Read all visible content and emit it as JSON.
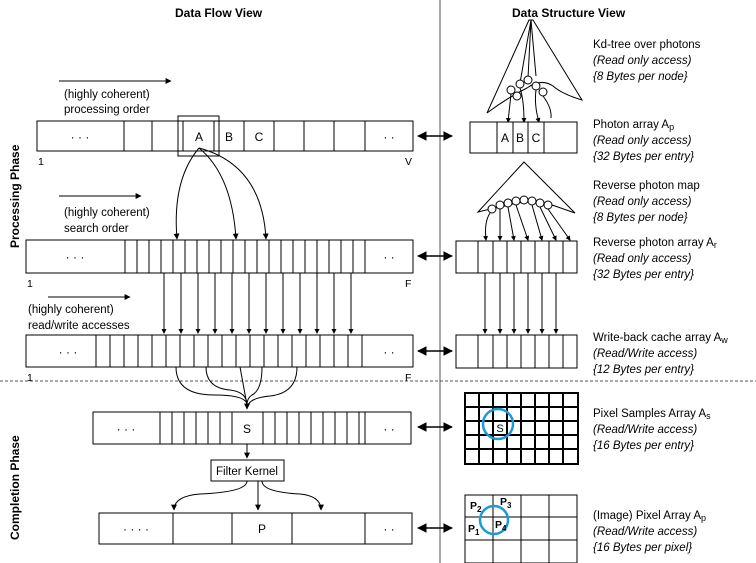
{
  "headers": {
    "left": "Data Flow View",
    "right": "Data Structure View"
  },
  "phases": {
    "processing": "Processing Phase",
    "completion": "Completion Phase"
  },
  "flow": {
    "order1": [
      "(highly coherent)",
      "processing order"
    ],
    "order2": [
      "(highly coherent)",
      "search order"
    ],
    "order3": [
      "(highly coherent)",
      "read/write accesses"
    ],
    "dots3": "· · ·",
    "dots2": "· ·",
    "dots4": "· · · ·",
    "cellA": "A",
    "cellB": "B",
    "cellC": "C",
    "cellS": "S",
    "cellP": "P",
    "idx1": "1",
    "idxV": "V",
    "idxF": "F",
    "filter": "Filter Kernel"
  },
  "structures": {
    "kdtree": {
      "title": "Kd-tree over photons",
      "access": "(Read only access)",
      "size": "{8 Bytes per node}"
    },
    "photon_array": {
      "title": "Photon array A",
      "sub": "p",
      "access": "(Read only access)",
      "size": "{32 Bytes per entry}",
      "cells": [
        "A",
        "B",
        "C"
      ]
    },
    "reverse_map": {
      "title": "Reverse photon map",
      "access": "(Read only access)",
      "size": "{8 Bytes per node}"
    },
    "reverse_array": {
      "title": "Reverse photon array A",
      "sub": "r",
      "access": "(Read only access)",
      "size": "{32 Bytes per entry}"
    },
    "writeback": {
      "title": "Write-back cache array A",
      "sub": "w",
      "access": "(Read/Write access)",
      "size": "{12 Bytes per entry}"
    },
    "pixel_samples": {
      "title": "Pixel Samples Array A",
      "sub": "s",
      "access": "(Read/Write access)",
      "size": "{16 Bytes per entry}",
      "cell": "S"
    },
    "pixel_array": {
      "title": "(Image) Pixel Array A",
      "sub": "p",
      "access": "(Read/Write access)",
      "size": "{16 Bytes per pixel}",
      "labels": [
        "P",
        "P",
        "P",
        "P"
      ],
      "subs": [
        "2",
        "3",
        "1",
        "4"
      ]
    }
  },
  "colors": {
    "highlight": "#1a9ad6",
    "line": "#000000"
  }
}
